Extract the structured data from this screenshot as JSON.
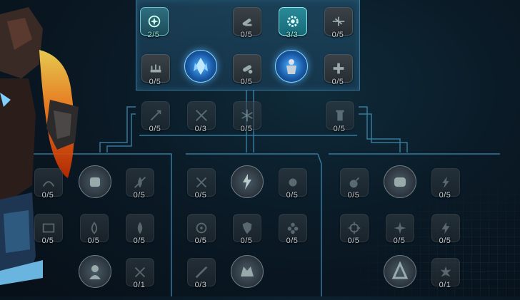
{
  "top_row1": [
    {
      "label": "2/5",
      "state": "active",
      "icon": "gear-star-icon"
    },
    {
      "label": "0/5",
      "state": "normal",
      "icon": "bullet-icon"
    },
    {
      "label": "3/3",
      "state": "full",
      "icon": "gear-cog-icon"
    },
    {
      "label": "0/5",
      "state": "normal",
      "icon": "aircraft-icon"
    }
  ],
  "top_row2": [
    {
      "label": "0/5",
      "state": "normal",
      "icon": "turret-icon"
    },
    {
      "label": "",
      "state": "ult-blue",
      "icon": "crystal-icon"
    },
    {
      "label": "0/5",
      "state": "normal",
      "icon": "capsule-icon"
    },
    {
      "label": "",
      "state": "ult-blue",
      "icon": "mech-icon"
    },
    {
      "label": "0/5",
      "state": "normal",
      "icon": "heal-cross-icon"
    }
  ],
  "mid_row": [
    {
      "label": "0/5",
      "icon": "rocket-icon"
    },
    {
      "label": "0/3",
      "icon": "cross-swords-icon"
    },
    {
      "label": "0/5",
      "icon": "snowflake-icon"
    },
    {
      "label": "0/5",
      "icon": "tower-icon"
    }
  ],
  "left_section": {
    "row1": [
      {
        "label": "0/5",
        "icon": "bolt-arc-icon"
      },
      {
        "label": "",
        "icon": "fist-icon"
      },
      {
        "label": "0/5",
        "icon": "fire-crossed-icon"
      }
    ],
    "row2": [
      {
        "label": "0/5",
        "icon": "flame-panel-icon"
      },
      {
        "label": "0/5",
        "icon": "drop-fire-icon"
      },
      {
        "label": "0/5",
        "icon": "flame-icon"
      }
    ],
    "row3": [
      {
        "label": "",
        "icon": "hero-portrait-icon"
      },
      {
        "label": "0/1",
        "icon": "sword-cross-icon"
      }
    ]
  },
  "mid_section": {
    "row1": [
      {
        "label": "0/5",
        "icon": "rocket-cross-icon"
      },
      {
        "label": "",
        "icon": "lightning-hand-icon"
      },
      {
        "label": "0/5",
        "icon": "burst-icon"
      }
    ],
    "row2": [
      {
        "label": "0/5",
        "icon": "target-icon"
      },
      {
        "label": "0/5",
        "icon": "shield-icon"
      },
      {
        "label": "0/5",
        "icon": "flower-icon"
      }
    ],
    "row3": [
      {
        "label": "0/3",
        "icon": "beam-icon"
      },
      {
        "label": "",
        "icon": "beast-icon"
      }
    ]
  },
  "right_section": {
    "row1": [
      {
        "label": "0/5",
        "icon": "bomb-icon"
      },
      {
        "label": "",
        "icon": "fist-stone-icon"
      },
      {
        "label": "0/5",
        "icon": "thunder-icon"
      }
    ],
    "row2": [
      {
        "label": "0/5",
        "icon": "crosshair-icon"
      },
      {
        "label": "0/5",
        "icon": "star-burst-icon"
      },
      {
        "label": "0/5",
        "icon": "lightning-icon"
      }
    ],
    "row3": [
      {
        "label": "",
        "icon": "crystal-emblem-icon"
      },
      {
        "label": "0/1",
        "icon": "explosion-icon"
      }
    ]
  },
  "colors": {
    "accent": "#6fc0d0",
    "full": "#8ee8f0",
    "line": "#3f8fb8"
  }
}
